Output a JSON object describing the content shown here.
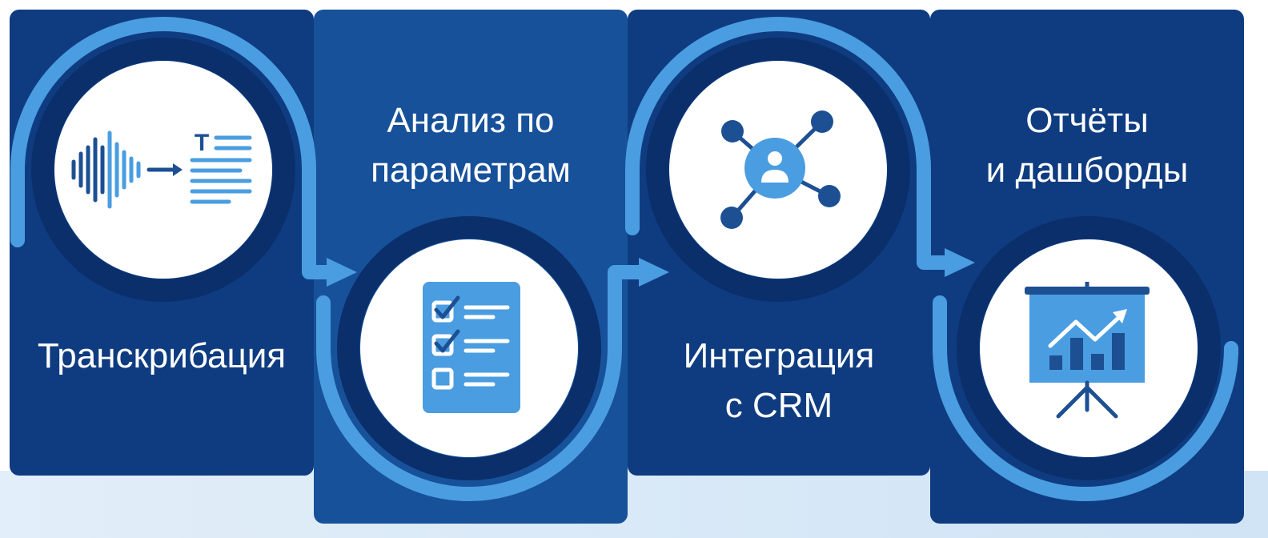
{
  "steps": [
    {
      "label": "Транскрибация",
      "icon": "audio-to-text-icon"
    },
    {
      "label": "Анализ по\nпараметрам",
      "icon": "checklist-icon"
    },
    {
      "label": "Интеграция\nс CRM",
      "icon": "crm-network-icon"
    },
    {
      "label": "Отчёты\nи дашборды",
      "icon": "presentation-chart-icon"
    }
  ],
  "transcript_letter": "T",
  "colors": {
    "panel_dark": "#0f3c80",
    "panel_mid": "#17519a",
    "ring_dark": "#0a2f6b",
    "accent_light": "#4a9de0",
    "icon_dark": "#1d4f93",
    "text": "#ffffff"
  }
}
